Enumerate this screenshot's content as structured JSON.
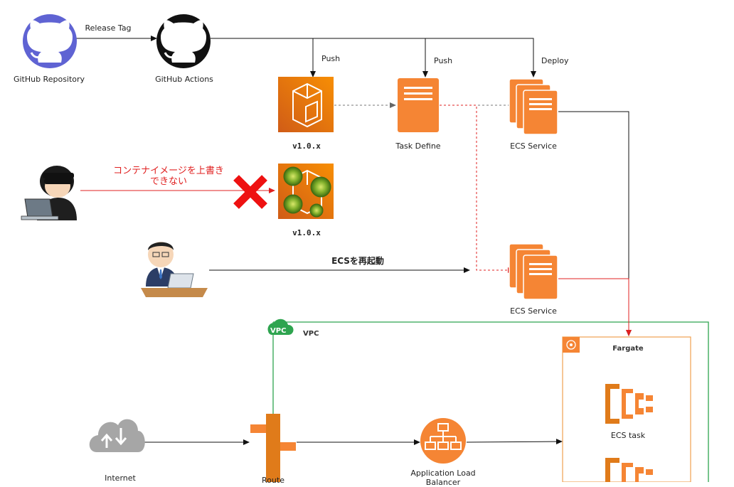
{
  "nodes": {
    "github_repo": "GitHub Repository",
    "github_actions": "GitHub Actions",
    "ecr_image": "v1.0.x",
    "ecr_image_infected": "v1.0.x",
    "task_define": "Task Define",
    "ecs_service_top": "ECS Service",
    "ecs_service_bottom": "ECS Service",
    "vpc": "VPC",
    "vpc_badge": "VPC",
    "fargate": "Fargate",
    "ecs_task": "ECS task",
    "internet": "Internet",
    "route": "Route",
    "alb_line1": "Application Load",
    "alb_line2": "Balancer"
  },
  "edges": {
    "release_tag": "Release Tag",
    "push1": "Push",
    "push2": "Push",
    "deploy": "Deploy",
    "restart": "ECSを再起動",
    "cannot_overwrite_line1": "コンテナイメージを上書き",
    "cannot_overwrite_line2": "できない"
  },
  "colors": {
    "github_repo": "#5f63d3",
    "github_actions": "#111111",
    "aws_orange": "#f58534",
    "aws_orange_dark": "#d86613",
    "vpc_green": "#2ea44f",
    "red": "#e02020",
    "gray_dashed": "#777777"
  }
}
